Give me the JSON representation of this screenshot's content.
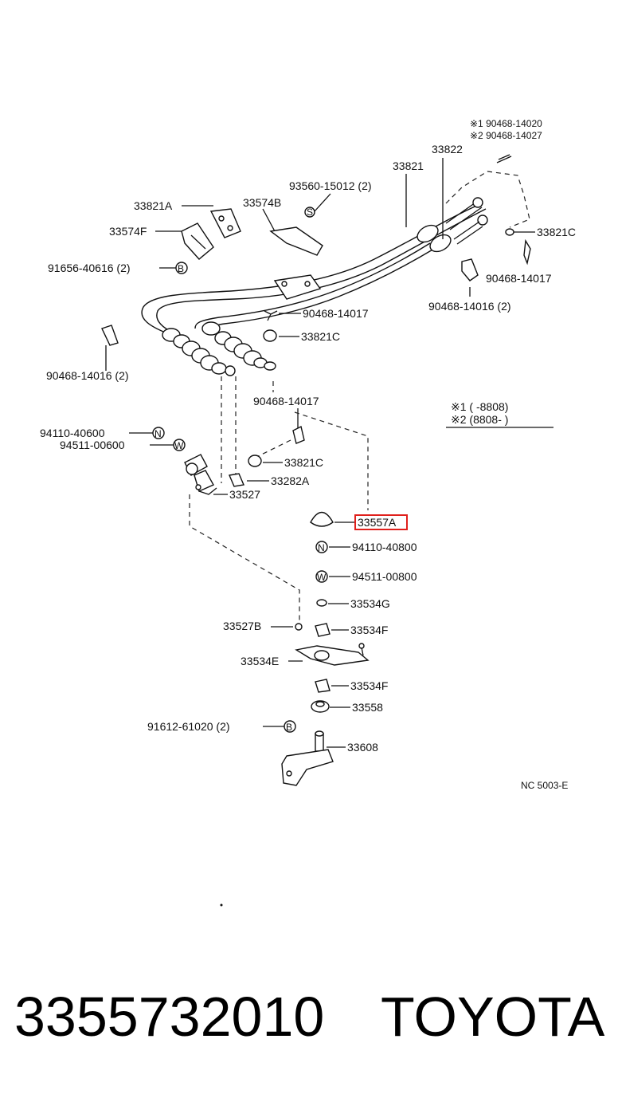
{
  "notes": {
    "top_ref1": "※1 90468-14020",
    "top_ref2": "※2 90468-14027",
    "legend_1": "※1 (       -8808)",
    "legend_2": "※2 (8808-       )",
    "diagram_code": "NC 5003-E"
  },
  "labels": {
    "p33822": "33822",
    "p33821": "33821",
    "p93560": "93560-15012 (2)",
    "p33821A": "33821A",
    "p33574B": "33574B",
    "p33574F": "33574F",
    "p91656": "91656-40616 (2)",
    "p33821C_r": "33821C",
    "p90468_14017_r": "90468-14017",
    "p90468_14016_r": "90468-14016 (2)",
    "p90468_14017_m": "90468-14017",
    "p33821C_m": "33821C",
    "p90468_14016_l": "90468-14016 (2)",
    "p90468_14017_c": "90468-14017",
    "p94110_40600": "94110-40600",
    "p94511_00600": "94511-00600",
    "p33821C_c": "33821C",
    "p33282A": "33282A",
    "p33527": "33527",
    "p33557A": "33557A",
    "p94110_40800": "94110-40800",
    "p94511_00800": "94511-00800",
    "p33534G": "33534G",
    "p33527B": "33527B",
    "p33534F_1": "33534F",
    "p33534E": "33534E",
    "p33534F_2": "33534F",
    "p33558": "33558",
    "p91612": "91612-61020 (2)",
    "p33608": "33608"
  },
  "markers": {
    "N": "N",
    "W": "W",
    "B": "B",
    "S": "S"
  },
  "highlight_color": "#e0201c",
  "footer": {
    "part_number": "3355732010",
    "brand": "TOYOTA"
  }
}
